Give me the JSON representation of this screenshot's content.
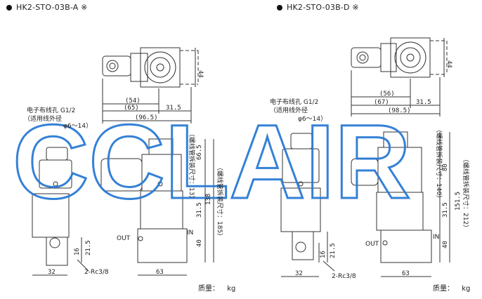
{
  "titles": {
    "left": "HK2-STO-03B-A ※",
    "right": "HK2-STO-03B-D ※"
  },
  "watermark": "CCLAIR",
  "left": {
    "dims_top": {
      "h44": "44",
      "d54": "(54)",
      "d65": "(65)",
      "d315": "31.5",
      "d965": "(96.5)"
    },
    "wiring_port": "电子布线孔 G1/2",
    "wire_dia_title": "（适用线外径",
    "wire_dia": "φ6～14）",
    "dims_side": {
      "d665": "66.5",
      "d138": "138",
      "d315": "31.5",
      "d40": "40",
      "d16": "16",
      "d215": "21.5",
      "d32": "32",
      "d63": "63"
    },
    "cable_remove_1": "（螺线管拆装尺寸：13）",
    "cable_remove_2": "（螺线管拆装尺寸：185）",
    "out": "OUT",
    "in": "IN",
    "port": "2-Rc3/8",
    "mass_label": "质量：",
    "mass_unit": "kg"
  },
  "right": {
    "dims_top": {
      "h44": "44",
      "d56": "(56)",
      "d67": "(67)",
      "d315": "31.5",
      "d985": "(98.5)"
    },
    "wiring_port": "电子布线孔 G1/2",
    "wire_dia_title": "（适用线外径",
    "wire_dia": "φ6～14）",
    "dims_side": {
      "d80": "80",
      "d1515": "151.5",
      "d315": "31.5",
      "d40": "40",
      "d16": "16",
      "d215": "21.5",
      "d32": "32",
      "d63": "63"
    },
    "cable_remove_1": "（螺线管拆装尺寸：140）",
    "cable_remove_2": "（螺线管拆装尺寸：212）",
    "out": "OUT",
    "in": "IN",
    "port": "2-Rc3/8",
    "mass_label": "质量：",
    "mass_unit": "kg"
  },
  "colors": {
    "line": "#333333",
    "watermark": "#2a7bd4"
  }
}
